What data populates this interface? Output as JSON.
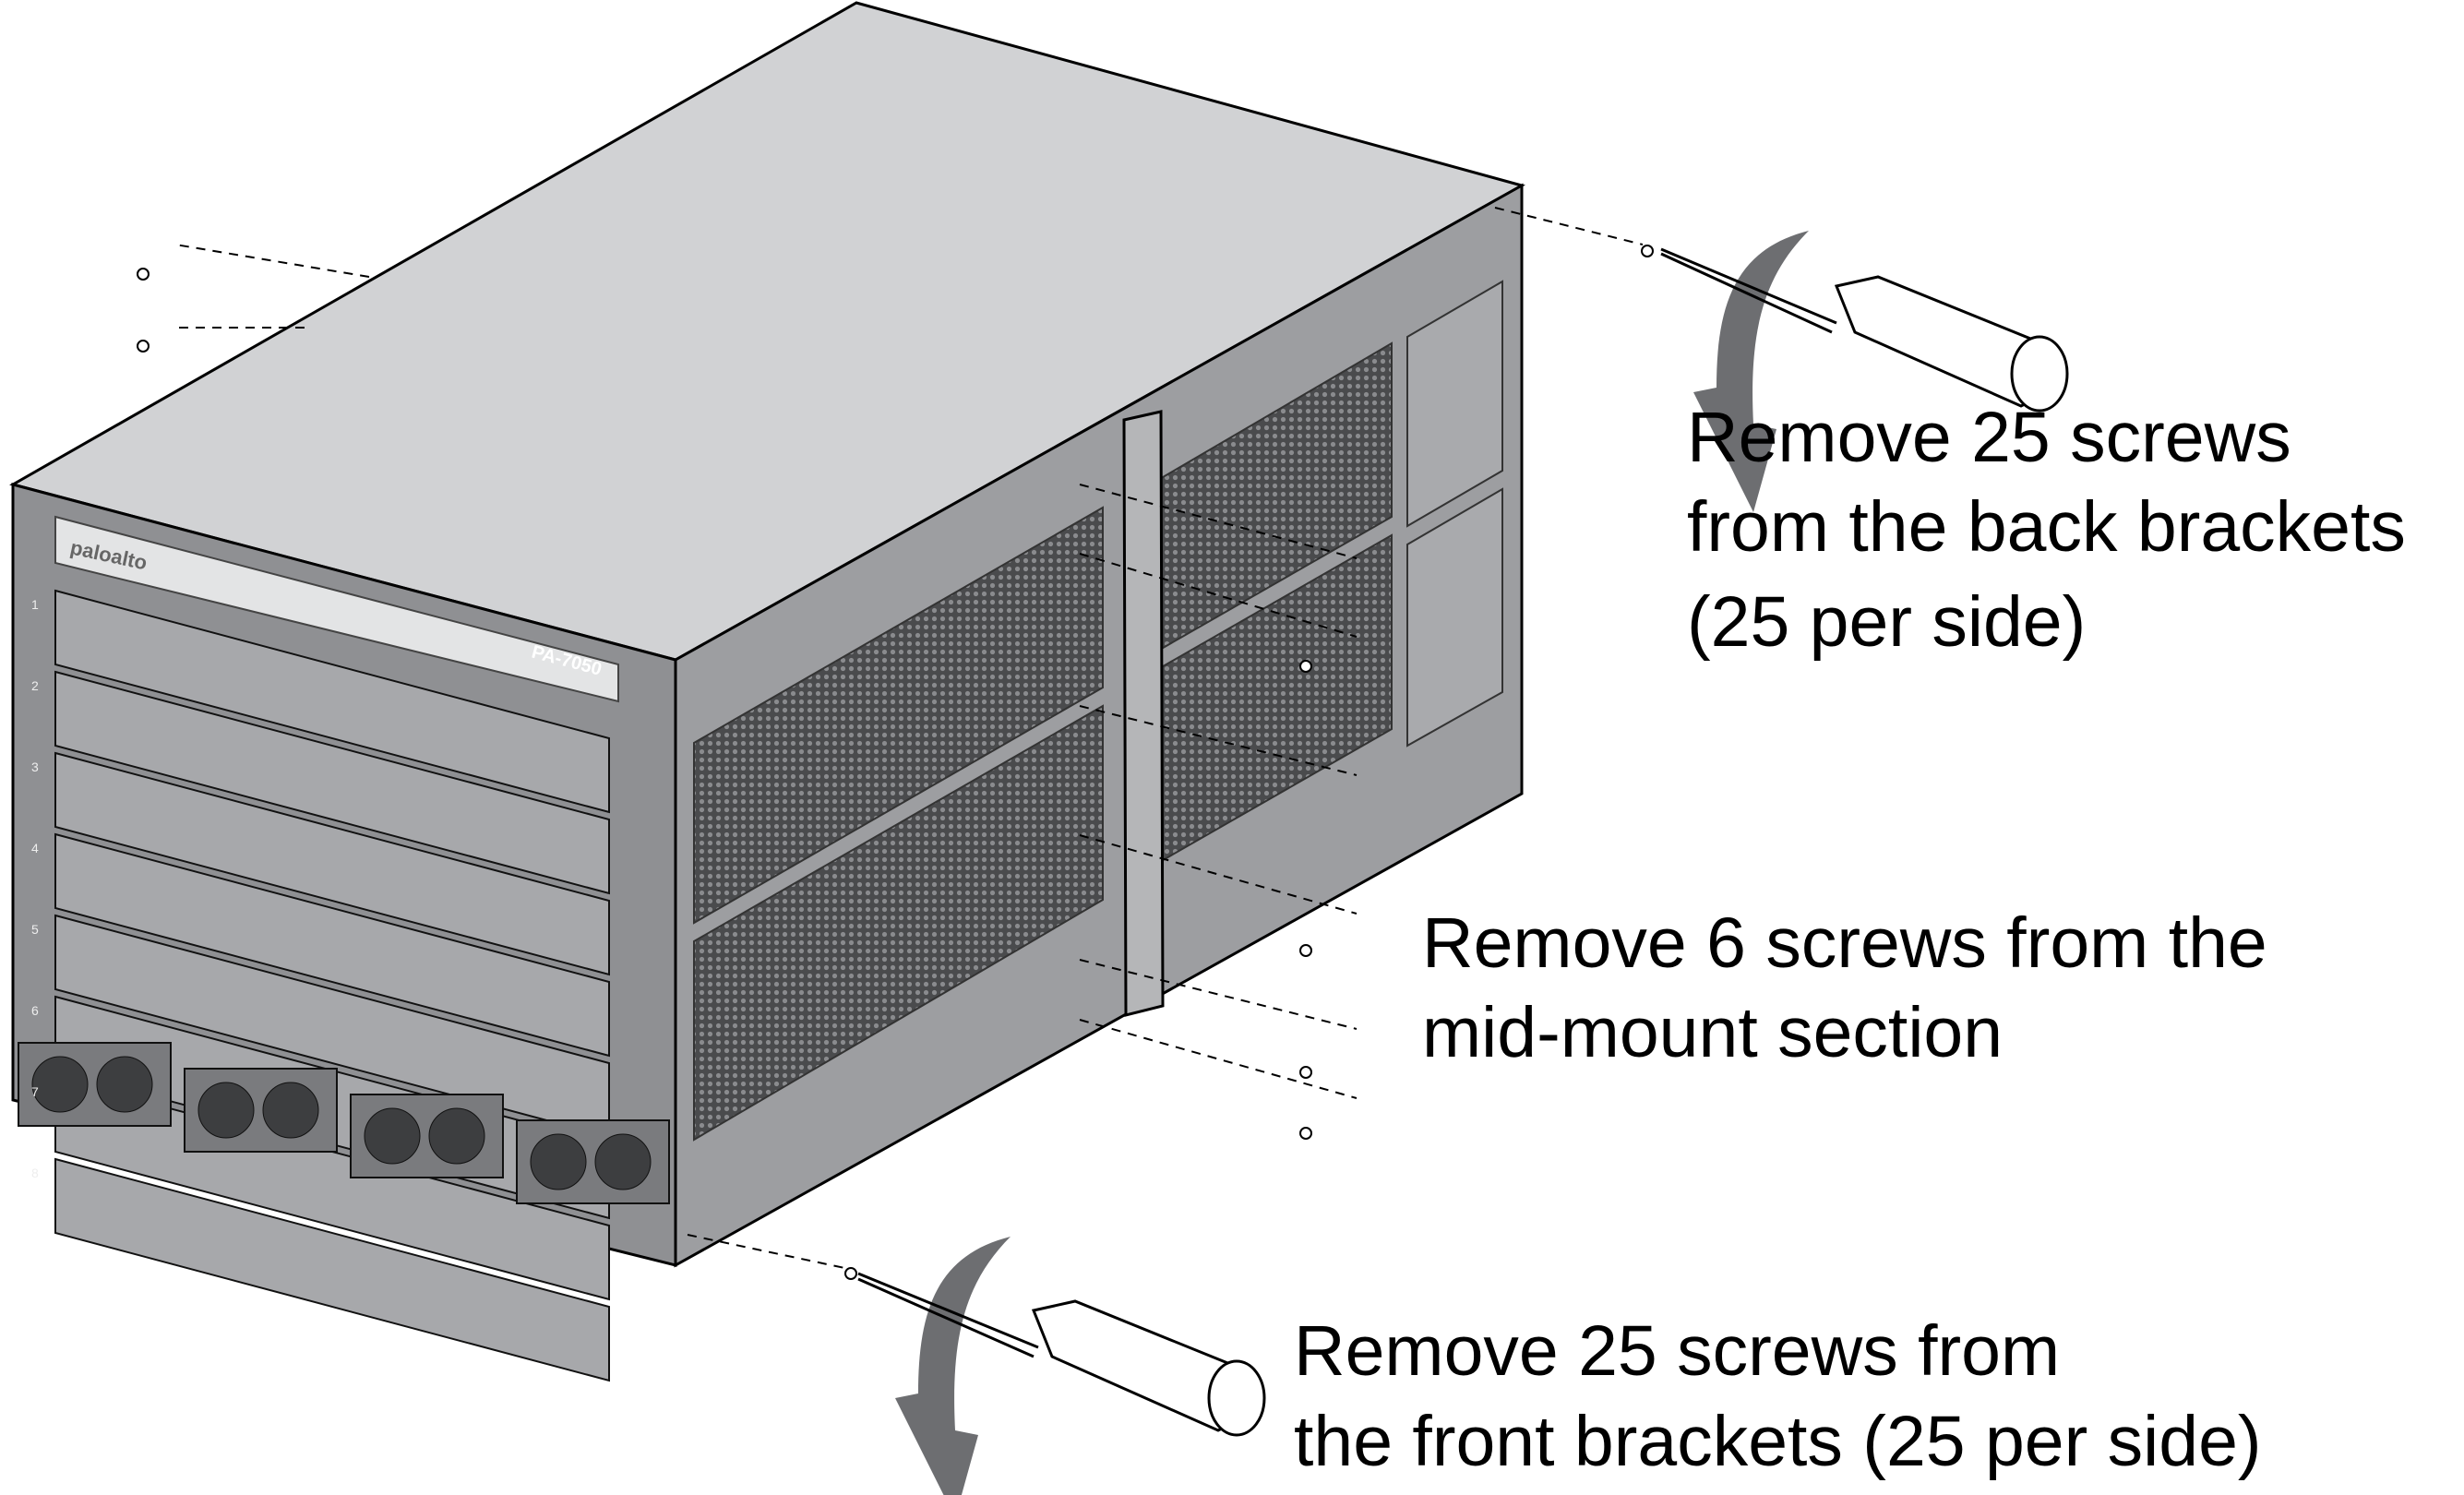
{
  "figure": {
    "device_model": "PA-7050",
    "brand_logo": "paloalto",
    "callouts": {
      "back": [
        "Remove 25 screws",
        "from the back brackets",
        "(25 per side)"
      ],
      "mid": [
        "Remove 6 screws from the",
        "mid-mount section"
      ],
      "front": [
        "Remove 25 screws from",
        "the front brackets (25 per side)"
      ]
    },
    "slot_numbers": [
      "1",
      "2",
      "3",
      "4",
      "5",
      "6",
      "7",
      "8"
    ],
    "colors": {
      "chassis_top": "#d1d2d4",
      "chassis_side": "#9d9ea1",
      "chassis_front": "#8f9093",
      "arrow": "#6d6e71"
    }
  }
}
